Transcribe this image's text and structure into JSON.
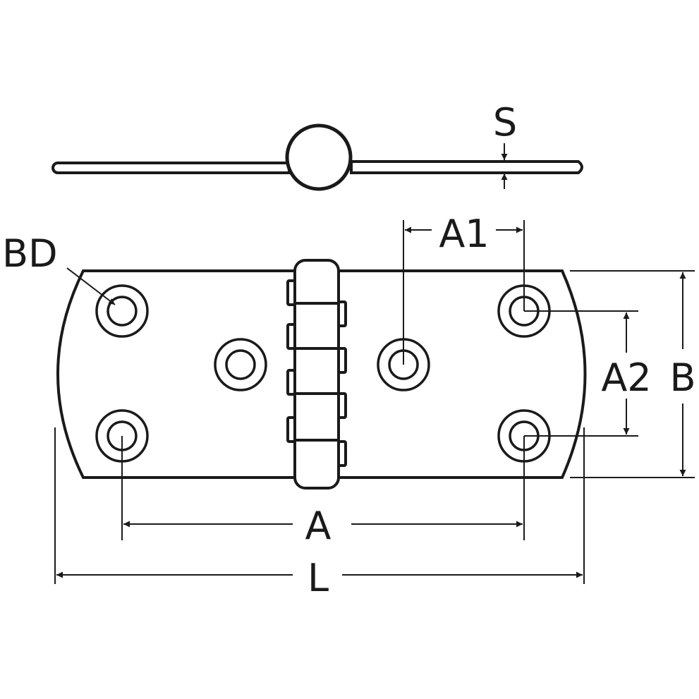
{
  "labels": {
    "thickness": "S",
    "bore_diameter": "BD",
    "hole_spacing_a1": "A1",
    "hole_spacing_a2": "A2",
    "width": "B",
    "hole_spacing_a": "A",
    "length": "L"
  },
  "colors": {
    "line": "#1a1a1a",
    "background": "#ffffff"
  }
}
